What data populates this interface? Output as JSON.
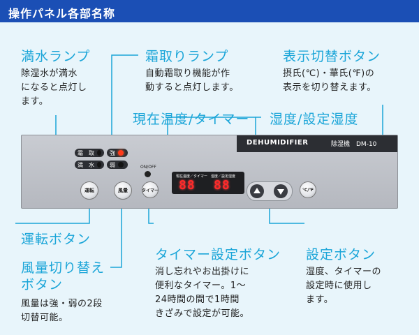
{
  "header": {
    "title": "操作パネル各部名称"
  },
  "labels": {
    "full_water_lamp": {
      "title": "満水ランプ",
      "desc": "除湿水が満水\nになると点灯し\nます。"
    },
    "defrost_lamp": {
      "title": "霜取りランプ",
      "desc": "自動霜取り機能が作\n動すると点灯します。"
    },
    "display_switch_button": {
      "title": "表示切替ボタン",
      "desc": "摂氏(℃)・華氏(℉)の\n表示を切り替えます。"
    },
    "current_temp_timer": {
      "title": "現在温度/タイマー"
    },
    "humidity_setting": {
      "title": "湿度/設定湿度"
    },
    "run_button": {
      "title": "運転ボタン"
    },
    "fan_switch_button": {
      "title": "風量切り替え\nボタン",
      "desc": "風量は強・弱の2段\n切替可能。"
    },
    "timer_setting_button": {
      "title": "タイマー設定ボタン",
      "desc": "消し忘れやお出掛けに\n便利なタイマー。1～\n24時間の間で1時間\nきざみで設定が可能。"
    },
    "setting_button": {
      "title": "設定ボタン",
      "desc": "湿度、タイマーの\n設定時に使用し\nます。"
    }
  },
  "panel": {
    "brand": "DEHUMIDIFIER",
    "model": "除湿機　DM-10",
    "lamps": {
      "defrost": "霜　取",
      "full_water": "満　水",
      "strong": "強",
      "weak": "弱"
    },
    "onoff": "ON/OFF",
    "display_left_label": "現在温度／タイマー",
    "display_right_label": "湿度／設定湿度",
    "display_left_value": "88",
    "display_right_value": "88",
    "buttons": {
      "run": "運転",
      "fan": "風量",
      "timer": "タイマー",
      "unit": "℃/℉"
    }
  },
  "colors": {
    "accent": "#1aa5d8",
    "header_bg": "#1b4fb5",
    "led_red": "#ff3a1a"
  },
  "icons": {
    "up": "triangle-up-icon",
    "down": "triangle-down-icon"
  }
}
